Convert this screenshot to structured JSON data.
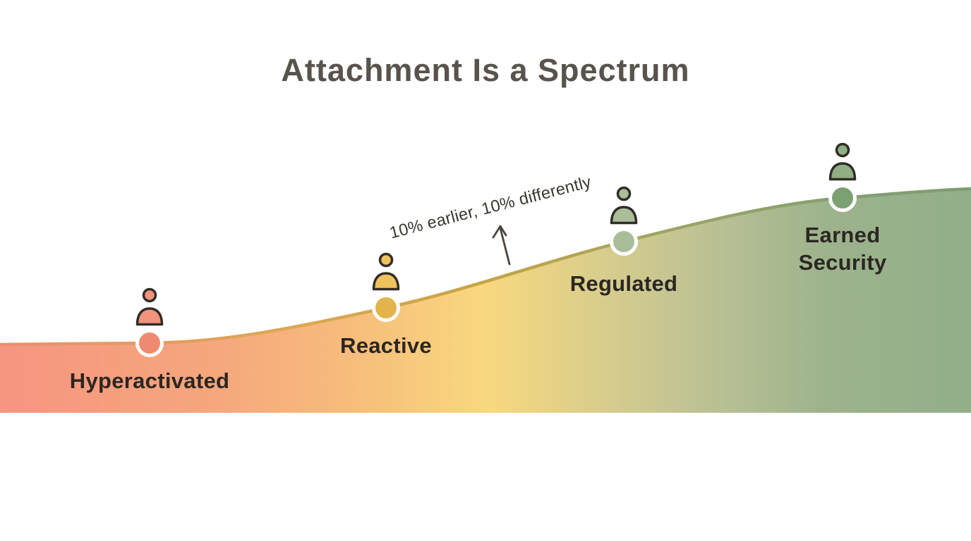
{
  "title": "Attachment Is a Spectrum",
  "annotation": {
    "text": "10% earlier, 10% differently",
    "arrow_color": "#4B453E"
  },
  "spectrum": {
    "band_colors": [
      "#F69580",
      "#F5A77D",
      "#F7BE7C",
      "#F8D87E",
      "#D8CD8C",
      "#B9C095",
      "#9DB38C",
      "#92AF8A"
    ],
    "edge_colors": [
      "#EA8F70",
      "#DCA855",
      "#C5A444",
      "#9FA561",
      "#86A070",
      "#7E9C74"
    ],
    "ring_color": "#FFFFFF"
  },
  "stages": [
    {
      "label": "Hyperactivated",
      "icon": "person-icon",
      "icon_color": "#F2937E",
      "icon_outline": "#322D28",
      "dot_color": "#EE8A70"
    },
    {
      "label": "Reactive",
      "icon": "person-icon",
      "icon_color": "#EFC35C",
      "icon_outline": "#322D28",
      "dot_color": "#E2B44B"
    },
    {
      "label": "Regulated",
      "icon": "person-icon",
      "icon_color": "#ABBD9B",
      "icon_outline": "#322D28",
      "dot_color": "#A9BD99"
    },
    {
      "label": "Earned Security",
      "icon": "person-icon",
      "icon_color": "#8FAF84",
      "icon_outline": "#322D28",
      "dot_color": "#7CA072"
    }
  ]
}
